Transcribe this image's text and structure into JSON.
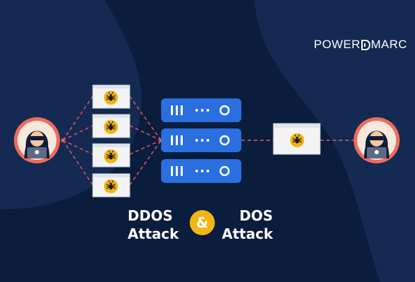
{
  "brand": {
    "name_part1": "POWER",
    "name_part2": "MARC"
  },
  "labels": {
    "ddos_line1": "DDOS",
    "ddos_line2": "Attack",
    "ampersand": "&",
    "dos_line1": "DOS",
    "dos_line2": "Attack"
  },
  "colors": {
    "background": "#0b1d3c",
    "background_shape": "#142a52",
    "server": "#2a6fe0",
    "bug_card": "#f3f3f3",
    "bug_badge": "#f5b416",
    "attacker_ring": "#ef6a5b",
    "dashed_link": "#ef5b5b",
    "ampersand_circle": "#f5b416"
  },
  "icons": [
    "hacker-avatar-icon",
    "bug-icon",
    "server-icon"
  ]
}
